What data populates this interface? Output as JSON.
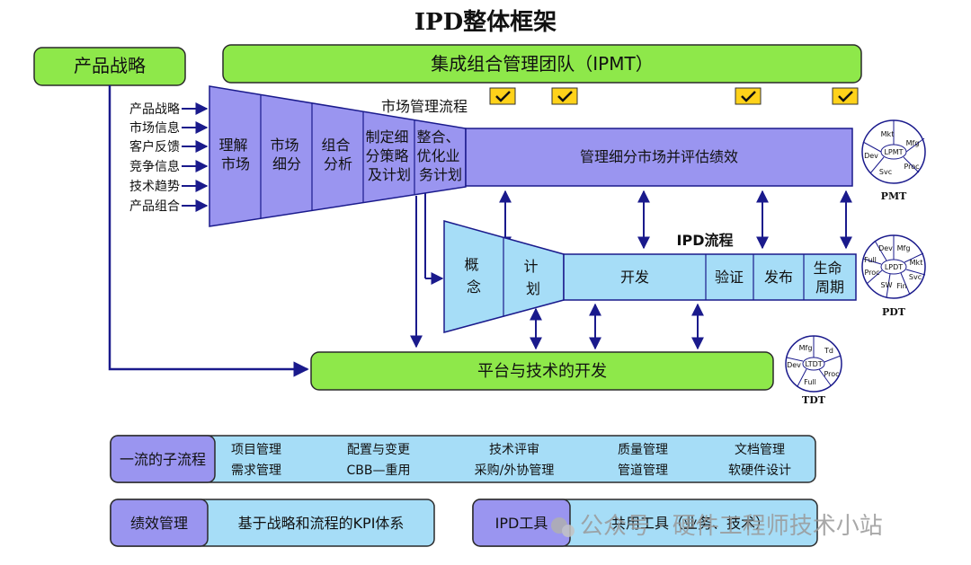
{
  "title": "IPD整体框架",
  "product_strategy_box": "产品战略",
  "ipmt": "集成组合管理团队（IPMT）",
  "market_process_label": "市场管理流程",
  "inputs": [
    "产品战略",
    "市场信息",
    "客户反馈",
    "竞争信息",
    "技术趋势",
    "产品组合"
  ],
  "funnel_stages": [
    {
      "lines": [
        "理解",
        "市场"
      ]
    },
    {
      "lines": [
        "市场",
        "细分"
      ]
    },
    {
      "lines": [
        "组合",
        "分析"
      ]
    },
    {
      "lines": [
        "制定细",
        "分策略",
        "及计划"
      ]
    },
    {
      "lines": [
        "整合、",
        "优化业",
        "务计划"
      ]
    }
  ],
  "manage_market": "管理细分市场并评估绩效",
  "ipd_process_label": "IPD流程",
  "ipd_stages": [
    {
      "lines": [
        "概",
        "念"
      ]
    },
    {
      "lines": [
        "计",
        "划"
      ]
    },
    {
      "lines": [
        "开发"
      ]
    },
    {
      "lines": [
        "验证"
      ]
    },
    {
      "lines": [
        "发布"
      ]
    },
    {
      "lines": [
        "生命",
        "周期"
      ]
    }
  ],
  "platform": "平台与技术的开发",
  "pmt": {
    "caption": "PMT",
    "center": "LPMT",
    "segments": [
      "Mkt",
      "Mfg",
      "Proc",
      "Svc",
      "Dev"
    ]
  },
  "pdt": {
    "caption": "PDT",
    "center": "LPDT",
    "segments": [
      "Dev",
      "Mfg",
      "Mkt",
      "Svc",
      "Fin",
      "SW",
      "Proc",
      "Full"
    ]
  },
  "tdt": {
    "caption": "TDT",
    "center": "LTDT",
    "segments": [
      "Mfg",
      "Td",
      "Proc",
      "Full",
      "Dev"
    ]
  },
  "subprocess": {
    "label": "一流的子流程",
    "items": [
      [
        "项目管理",
        "需求管理"
      ],
      [
        "配置与变更",
        "CBB—重用"
      ],
      [
        "技术评审",
        "采购/外协管理"
      ],
      [
        "质量管理",
        "管道管理"
      ],
      [
        "文档管理",
        "软硬件设计"
      ]
    ]
  },
  "performance": {
    "label": "绩效管理",
    "content": "基于战略和流程的KPI体系"
  },
  "tools": {
    "label": "IPD工具",
    "content": "共用工具（业务、技术）"
  },
  "watermark": "公众号 · 硬件工程师技术小站",
  "colors": {
    "green": "#8ee84a",
    "purple": "#9a95f0",
    "lightblue": "#a6ddf7",
    "check": "#ffd21a",
    "navy": "#1a1a8c"
  }
}
